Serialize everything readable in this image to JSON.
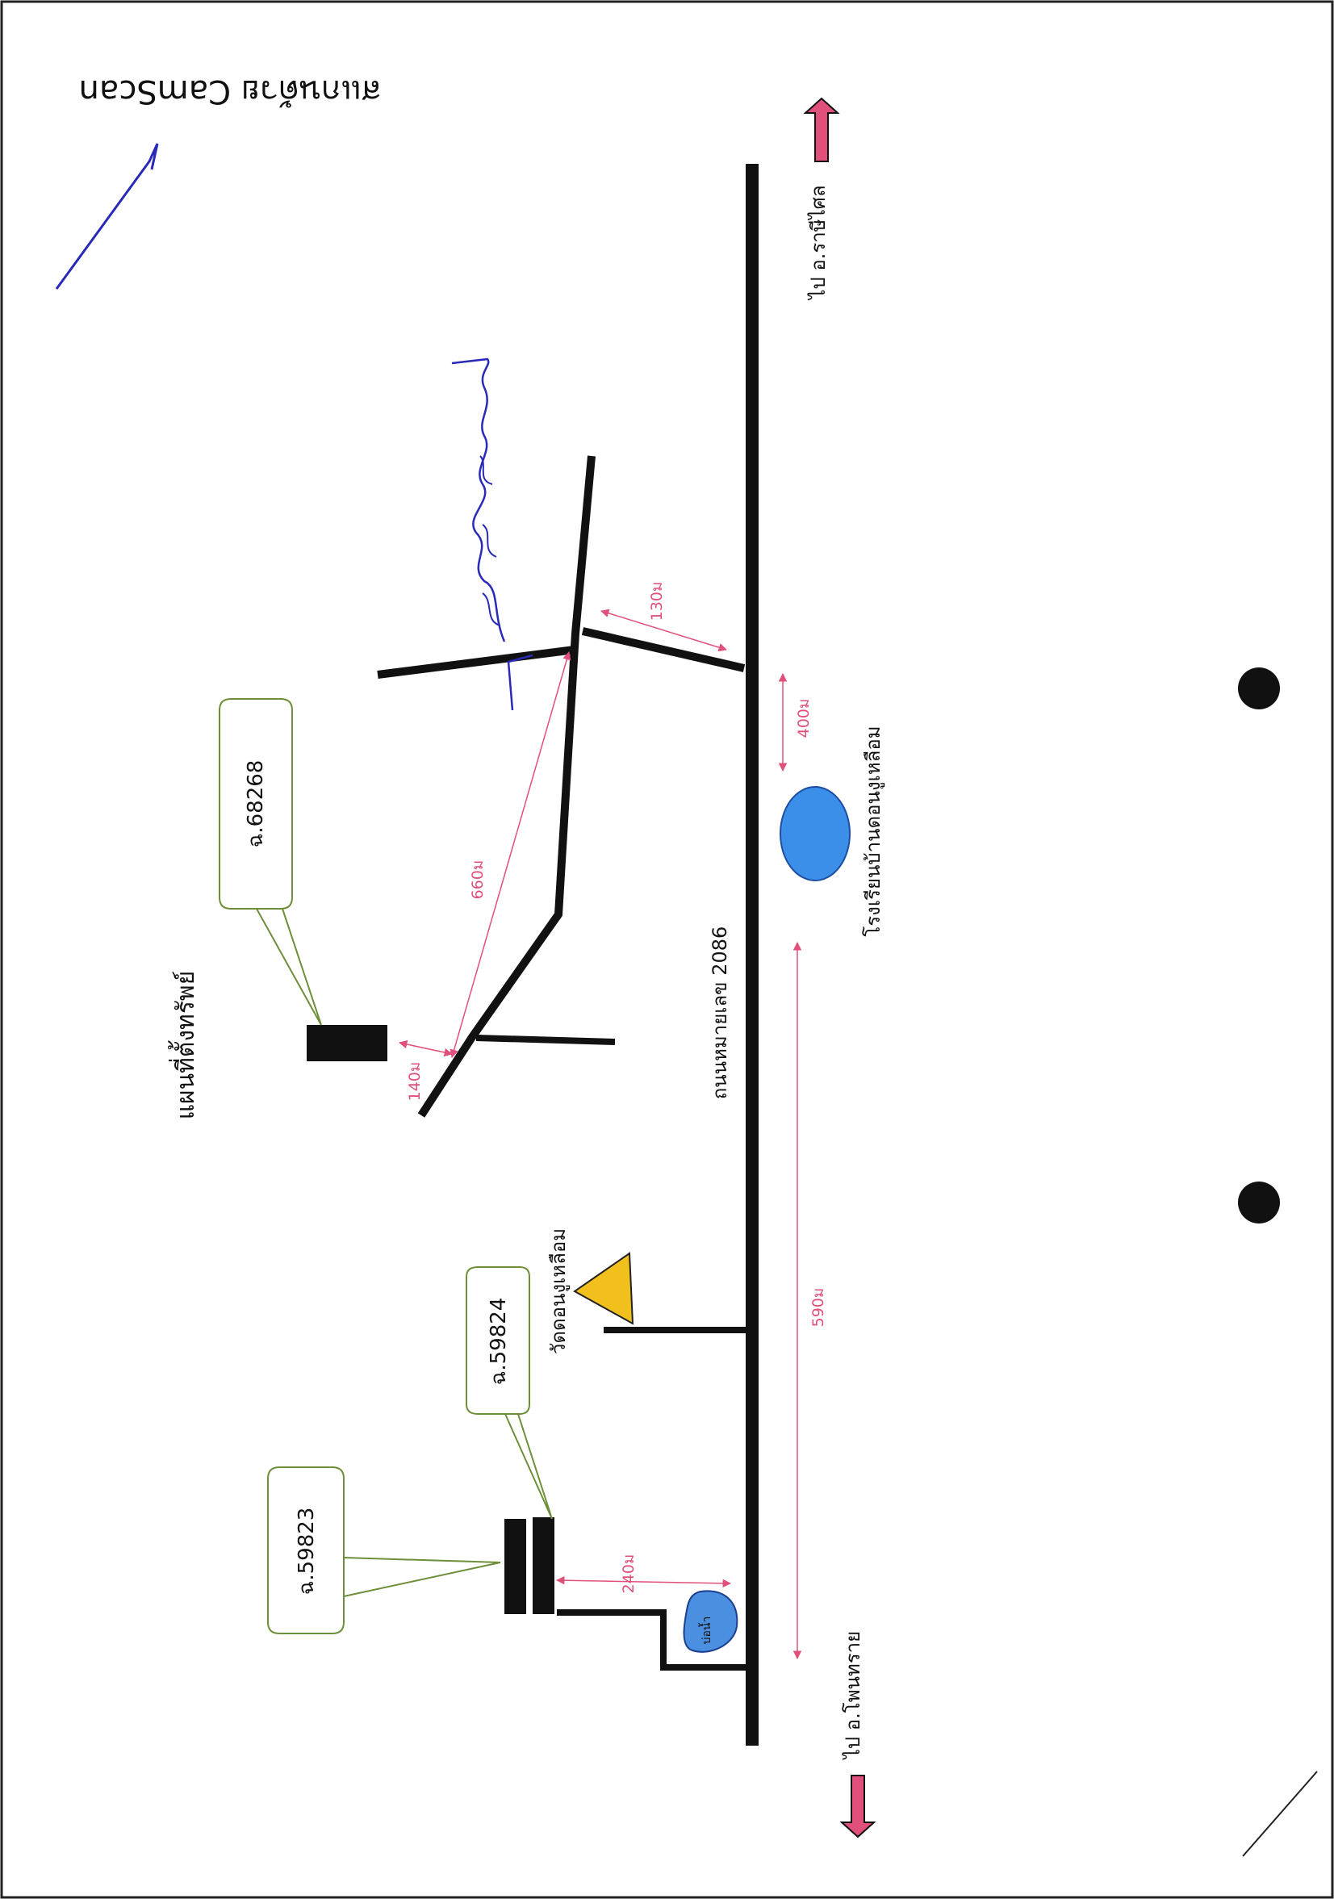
{
  "watermark": "สแกนด้วย CamScan",
  "title": "แผนที่ตั้งทรัพย์",
  "road_label": "ถนนหมายเลข 2086",
  "directions": {
    "to_phon_sai": "ไป อ.โพนทราย",
    "to_rasi_salai": "ไป อ.ราษีไศล"
  },
  "landmarks": {
    "school": "โรงเรียนบ้านดอนงูเหลือม",
    "temple": "วัดดอนงูเหลือม",
    "pond": "บ่อน้ำ"
  },
  "parcels": [
    "ฉ.59823",
    "ฉ.59824",
    "ฉ.68268"
  ],
  "distances": [
    "240ม",
    "590ม",
    "140ม",
    "660ม",
    "130ม",
    "400ม"
  ],
  "colors": {
    "road": "#111111",
    "school": "#3b8fe8",
    "temple": "#f2c01c",
    "pond": "#4a8fe0",
    "arrow": "#e0507a",
    "callout": "#6e8f3a",
    "ink": "#2a2ab8"
  }
}
